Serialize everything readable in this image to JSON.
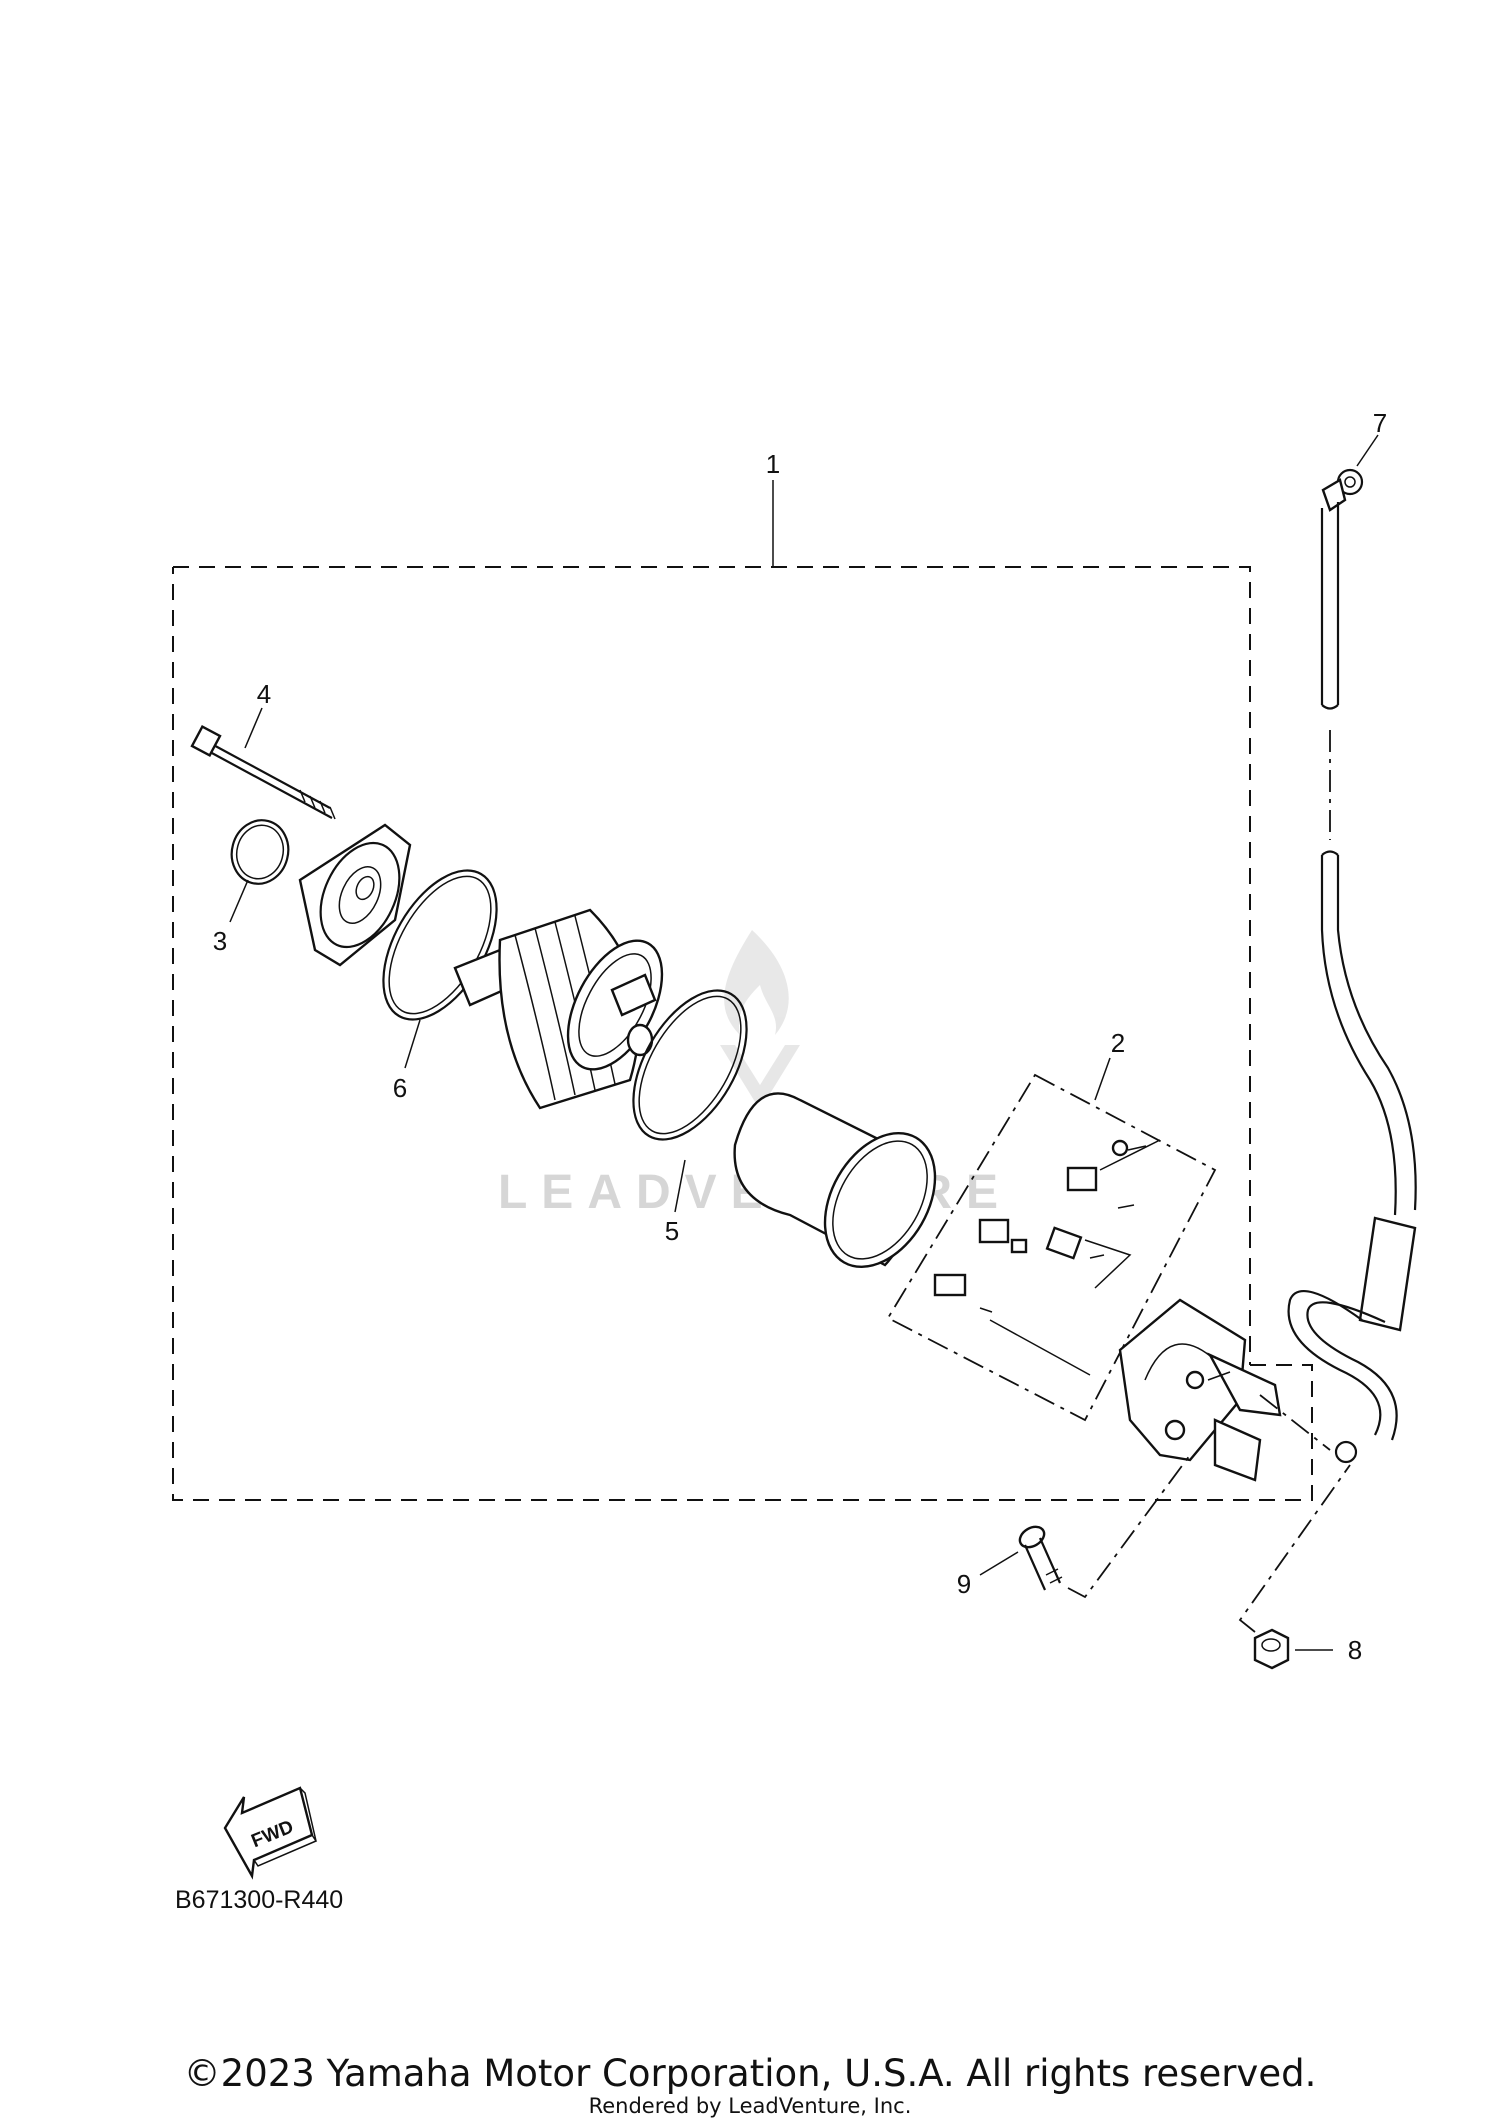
{
  "diagram": {
    "callouts": {
      "c1": "1",
      "c2": "2",
      "c3": "3",
      "c4": "4",
      "c5": "5",
      "c6": "6",
      "c7": "7",
      "c8": "8",
      "c9": "9"
    },
    "fwd_label": "FWD",
    "code": "B671300-R440",
    "watermark": "LEADVENTURE"
  },
  "footer": {
    "copyright": "©2023 Yamaha Motor Corporation, U.S.A. All rights reserved.",
    "rendered_by": "Rendered by LeadVenture, Inc."
  }
}
